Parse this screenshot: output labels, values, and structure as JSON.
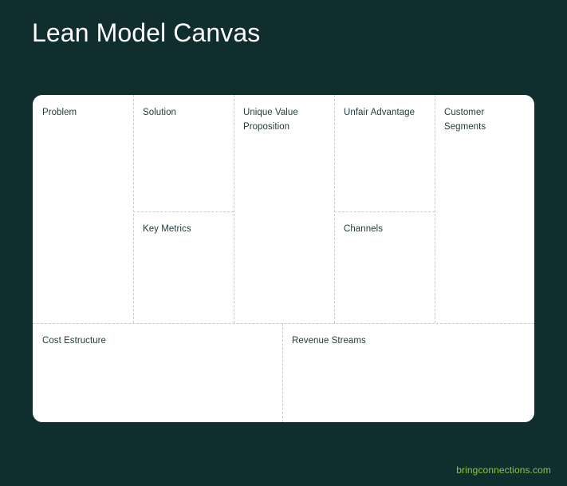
{
  "page": {
    "title": "Lean Model Canvas",
    "background_color": "#112e2e",
    "card_background_color": "#ffffff",
    "label_color": "#1e3a3a",
    "divider_color": "#c4ccce",
    "accent_color": "#8cc63f"
  },
  "canvas": {
    "blocks": [
      {
        "key": "problem",
        "label": "Problem"
      },
      {
        "key": "solution",
        "label": "Solution"
      },
      {
        "key": "key_metrics",
        "label": "Key Metrics"
      },
      {
        "key": "unique_value_prop",
        "label": "Unique Value Proposition"
      },
      {
        "key": "unfair_advantage",
        "label": "Unfair Advantage"
      },
      {
        "key": "channels",
        "label": "Channels"
      },
      {
        "key": "customer_segments",
        "label": "Customer Segments"
      },
      {
        "key": "cost_estructure",
        "label": "Cost Estructure"
      },
      {
        "key": "revenue_streams",
        "label": "Revenue Streams"
      }
    ]
  },
  "footer": {
    "link_text": "bringconnections.com"
  }
}
